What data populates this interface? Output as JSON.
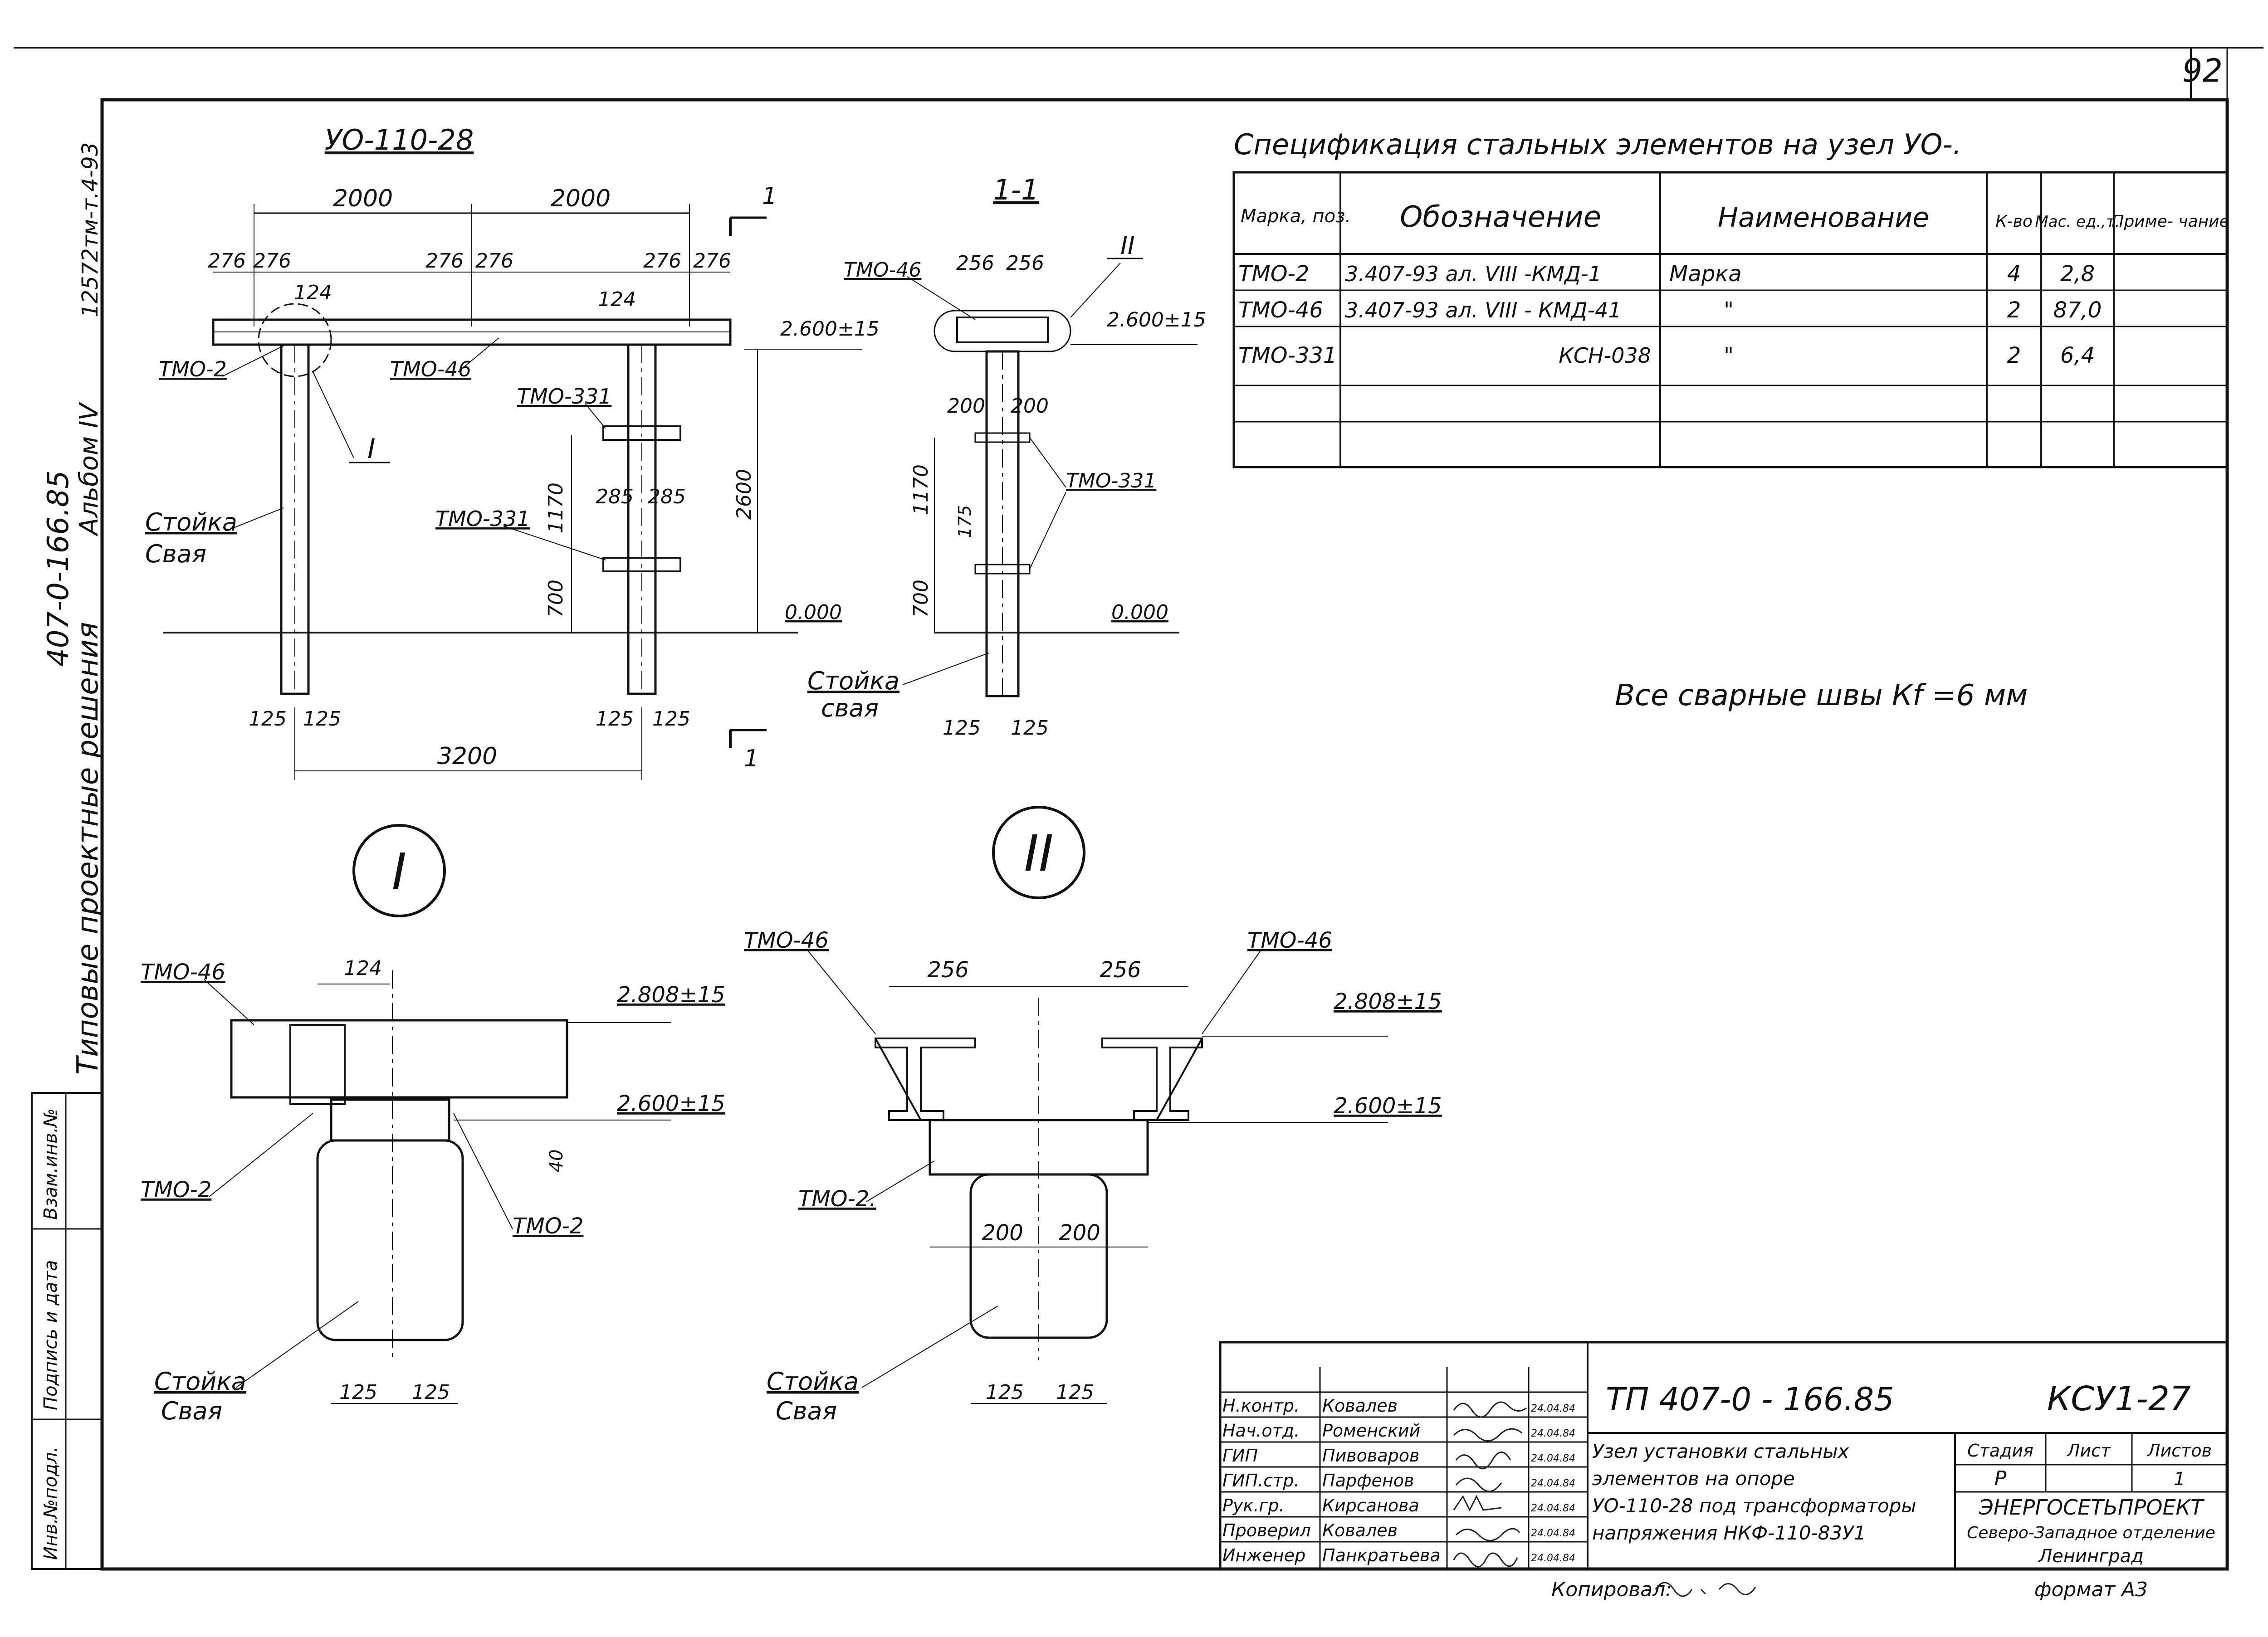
{
  "sheet_number": "92",
  "side_stamp": {
    "series": "Типовые проектные решения",
    "number": "407-0-166.85",
    "album": "Альбом IV",
    "code": "12572тм-т.4-93"
  },
  "left_strip": {
    "inv": "Инв.№подл.",
    "sign": "Подпись и дата",
    "vzam": "Взам.инв.№"
  },
  "elevation": {
    "title": "УО-110-28",
    "dim_half_span": "2000",
    "dim_pile_span": "3200",
    "dim_276": "276",
    "dim_124": "124",
    "dim_285": "285",
    "dim_1170": "1170",
    "dim_700": "700",
    "dim_2600": "2600",
    "dim_125": "125",
    "level_top": "2.600±15",
    "level_zero": "0.000",
    "lbl_tmo2": "ТМО-2",
    "lbl_tmo46": "ТМО-46",
    "lbl_tmo331": "ТМО-331",
    "node_i": "I",
    "cut_mark": "1",
    "pile_label_1": "Стойка",
    "pile_label_2": "Свая"
  },
  "section": {
    "title": "1-1",
    "dim_256": "256",
    "dim_200": "200",
    "dim_1170": "1170",
    "dim_175": "175",
    "dim_700": "700",
    "dim_125": "125",
    "level_top": "2.600±15",
    "level_zero": "0.000",
    "lbl_tmo46": "ТМО-46",
    "lbl_tmo331": "ТМО-331",
    "node_ii": "II",
    "pile_label_1": "Стойка",
    "pile_label_2": "свая"
  },
  "node_i": {
    "roman": "I",
    "lbl_tmo46": "ТМО-46",
    "lbl_tmo2_a": "ТМО-2",
    "lbl_tmo2_b": "ТМО-2",
    "dim_124": "124",
    "dim_40": "40",
    "dim_125": "125",
    "level_top": "2.808±15",
    "level_low": "2.600±15",
    "pile_label_1": "Стойка",
    "pile_label_2": "Свая"
  },
  "node_ii": {
    "roman": "II",
    "lbl_tmo46_a": "ТМО-46",
    "lbl_tmo46_b": "ТМО-46",
    "lbl_tmo2": "ТМО-2.",
    "dim_256": "256",
    "dim_200": "200",
    "dim_125": "125",
    "level_top": "2.808±15",
    "level_low": "2.600±15",
    "pile_label_1": "Стойка",
    "pile_label_2": "Свая"
  },
  "spec": {
    "title": "Спецификация стальных элементов на узел УО-.",
    "headers": {
      "mark": "Марка, поз.",
      "designation": "Обозначение",
      "name": "Наименование",
      "qty": "К-во",
      "mass": "Мас. ед.,т.",
      "note": "Приме- чание"
    },
    "rows": [
      {
        "mark": "ТМО-2",
        "designation": "3.407-93 ал. VIII -КМД-1",
        "name": "Марка",
        "qty": "4",
        "mass": "2,8",
        "note": ""
      },
      {
        "mark": "ТМО-46",
        "designation": "3.407-93 ал. VIII - КМД-41",
        "name": "\"",
        "qty": "2",
        "mass": "87,0",
        "note": ""
      },
      {
        "mark": "ТМО-331",
        "designation": "КСН-038",
        "name": "\"",
        "qty": "2",
        "mass": "6,4",
        "note": ""
      }
    ]
  },
  "weld_note": "Все сварные швы Кf =6 мм",
  "title_block": {
    "doc_code": "ТП 407-0 - 166.85",
    "sheet_code": "КСУ1-27",
    "title_lines": [
      "Узел установки стальных",
      "элементов на опоре",
      "УО-110-28 под трансформаторы",
      "напряжения НКФ-110-83У1"
    ],
    "stage_header": "Стадия",
    "sheet_header": "Лист",
    "sheets_header": "Листов",
    "stage": "Р",
    "sheets": "1",
    "org_1": "ЭНЕРГОСЕТЬПРОЕКТ",
    "org_2": "Северо-Западное отделение",
    "org_3": "Ленинград",
    "format": "формат А3",
    "copied": "Копировал:",
    "roles": [
      {
        "role": "Н.контр.",
        "name": "Ковалев",
        "date": "24.04.84"
      },
      {
        "role": "Нач.отд.",
        "name": "Роменский",
        "date": "24.04.84"
      },
      {
        "role": "ГИП",
        "name": "Пивоваров",
        "date": "24.04.84"
      },
      {
        "role": "ГИП.стр.",
        "name": "Парфенов",
        "date": "24.04.84"
      },
      {
        "role": "Рук.гр.",
        "name": "Кирсанова",
        "date": "24.04.84"
      },
      {
        "role": "Проверил",
        "name": "Ковалев",
        "date": "24.04.84"
      },
      {
        "role": "Инженер",
        "name": "Панкратьева",
        "date": "24.04.84"
      }
    ]
  }
}
